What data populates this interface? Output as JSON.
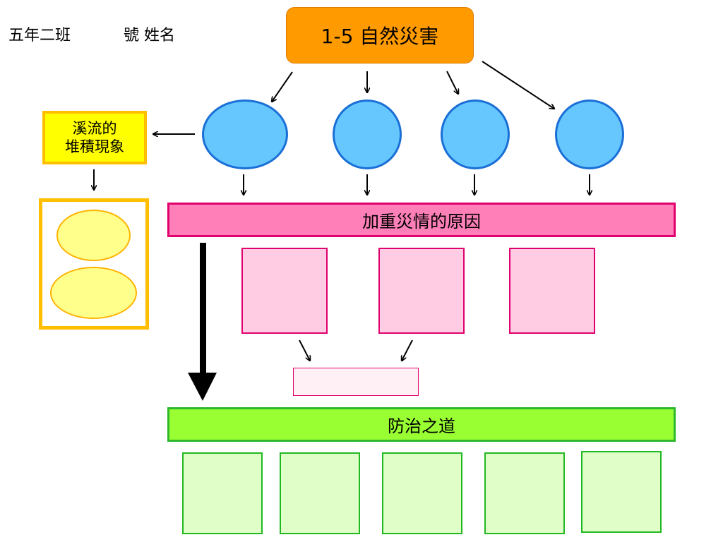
{
  "header": {
    "class_label": "五年二班",
    "number_name_label": "號 姓名"
  },
  "title": "1-5 自然災害",
  "left_panel": {
    "label_line1": "溪流的",
    "label_line2": "堆積現象"
  },
  "causes_bar": "加重災情的原因",
  "prevention_bar": "防治之道",
  "colors": {
    "title_fill": "#ff9a00",
    "circle_fill": "#66c7ff",
    "yellow_fill": "#ffff00",
    "pink_bar_fill": "#ff7fb8",
    "green_bar_fill": "#99ff33"
  }
}
